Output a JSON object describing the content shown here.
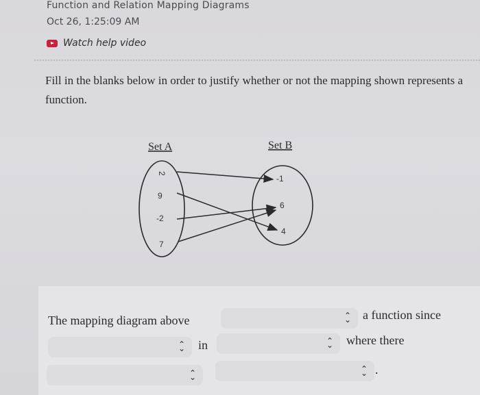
{
  "header": {
    "title": "Function and Relation Mapping Diagrams",
    "timestamp": "Oct 26, 1:25:09 AM",
    "help_link": "Watch help video"
  },
  "prompt": "Fill in the blanks below in order to justify whether or not the mapping shown represents a function.",
  "diagram": {
    "set_a_label": "Set A",
    "set_b_label": "Set B",
    "set_a": [
      "2",
      "9",
      "-2",
      "7"
    ],
    "set_b": [
      "-1",
      "6",
      "4"
    ],
    "mappings": [
      [
        "2",
        "-1"
      ],
      [
        "9",
        "4"
      ],
      [
        "-2",
        "6"
      ],
      [
        "7",
        "6"
      ]
    ]
  },
  "answer": {
    "lead_text": "The mapping diagram above",
    "after_dropdown1": "a function since",
    "after_dropdown2": "in",
    "after_dropdown3": "where there",
    "end_punct": "."
  },
  "icons": {
    "dropdown": "updown-chevron-icon",
    "help": "play-icon"
  }
}
